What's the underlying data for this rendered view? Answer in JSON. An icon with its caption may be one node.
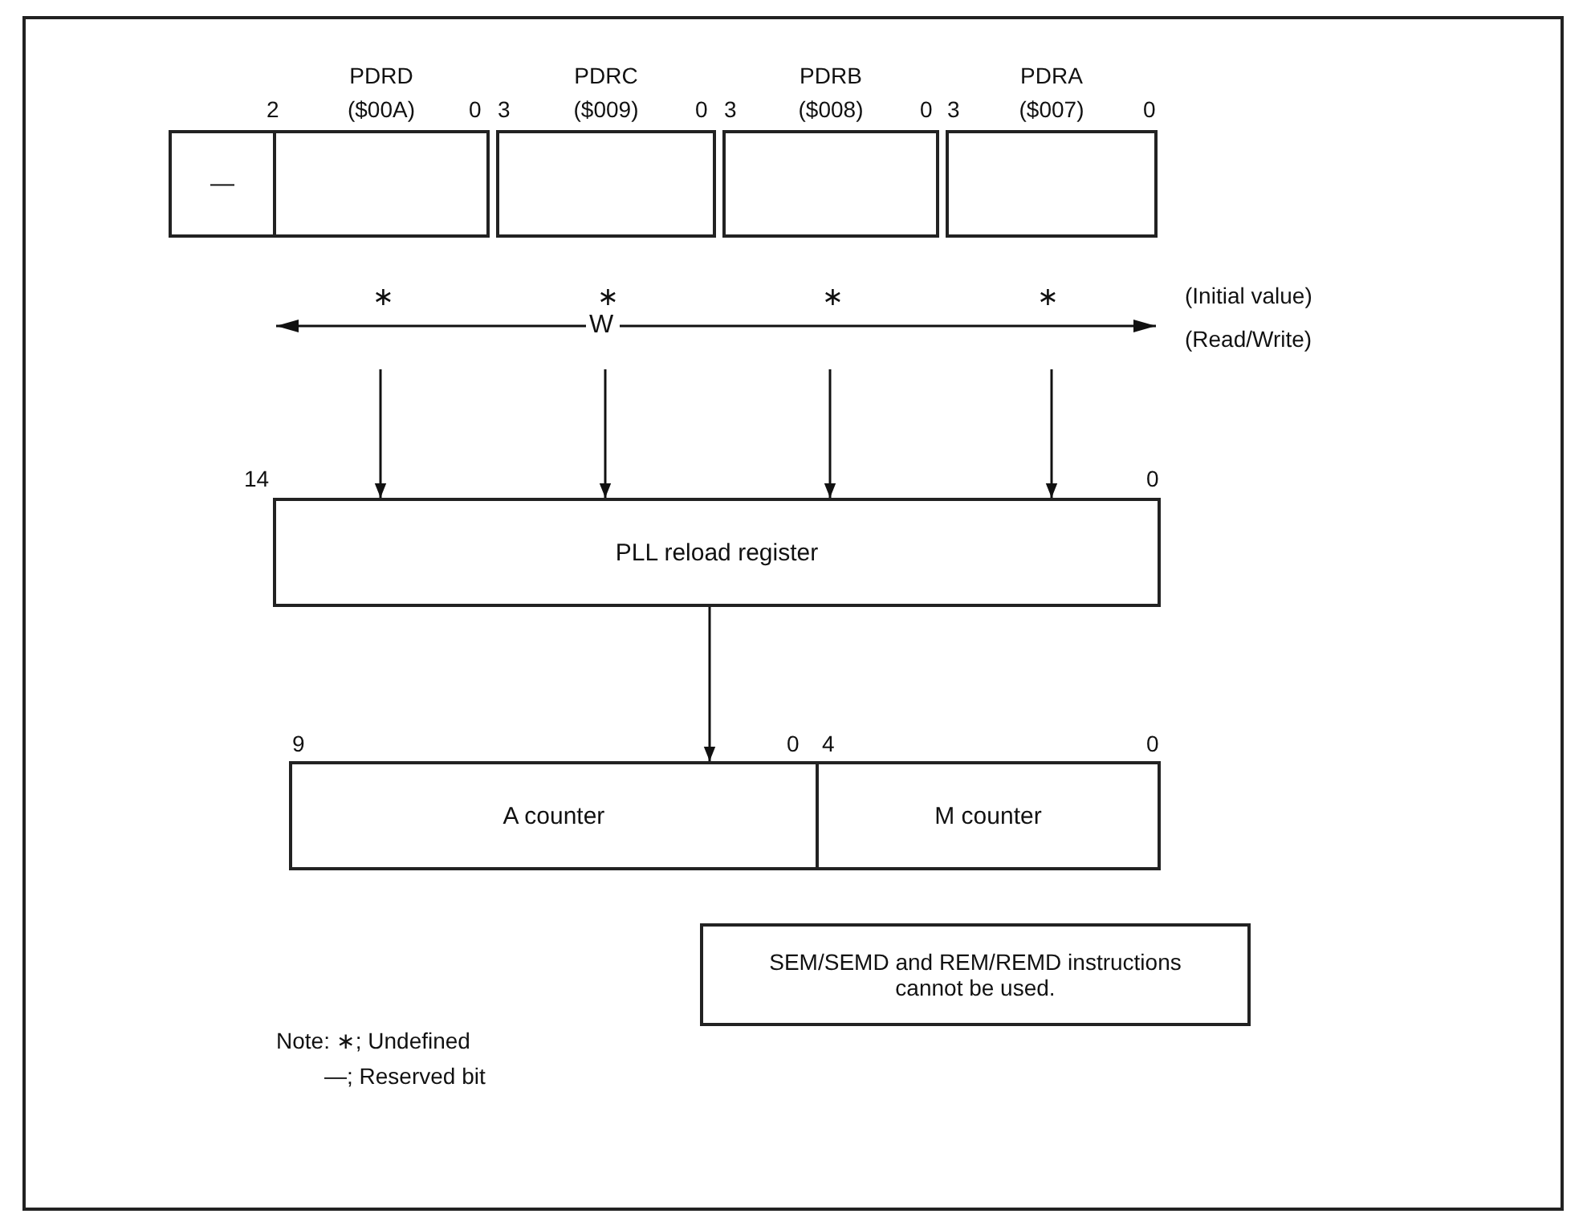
{
  "diagram": {
    "nodes": [
      {
        "text": [
          "—"
        ]
      },
      {
        "text": [
          "PDRD ($00A)"
        ]
      },
      {
        "text": [
          "PDRC ($009)"
        ]
      },
      {
        "text": [
          "PDRB ($008)"
        ]
      },
      {
        "text": [
          "PDRA ($007)"
        ]
      },
      {
        "text": [
          "PLL reload register"
        ]
      },
      {
        "text": [
          "A counter"
        ]
      },
      {
        "text": [
          "M counter"
        ]
      },
      {
        "text": [
          "SEM/SEMD and REM/REMD instructions cannot be used."
        ]
      }
    ],
    "edges": [
      {
        "from": null,
        "to": 5,
        "arrow": "to"
      },
      {
        "from": null,
        "to": 5,
        "arrow": "to"
      },
      {
        "from": null,
        "to": 5,
        "arrow": "to"
      },
      {
        "from": null,
        "to": 5,
        "arrow": "to"
      },
      {
        "from": 5,
        "to": 6,
        "arrow": "to"
      }
    ],
    "labels": [
      "2",
      "0",
      "3",
      "0",
      "3",
      "0",
      "3",
      "0",
      "∗",
      "∗",
      "∗",
      "∗",
      "(Initial value)",
      "W",
      "(Read/Write)",
      "14",
      "0",
      "9",
      "0",
      "4",
      "0",
      "Note: ∗; Undefined",
      "—; Reserved bit"
    ]
  }
}
